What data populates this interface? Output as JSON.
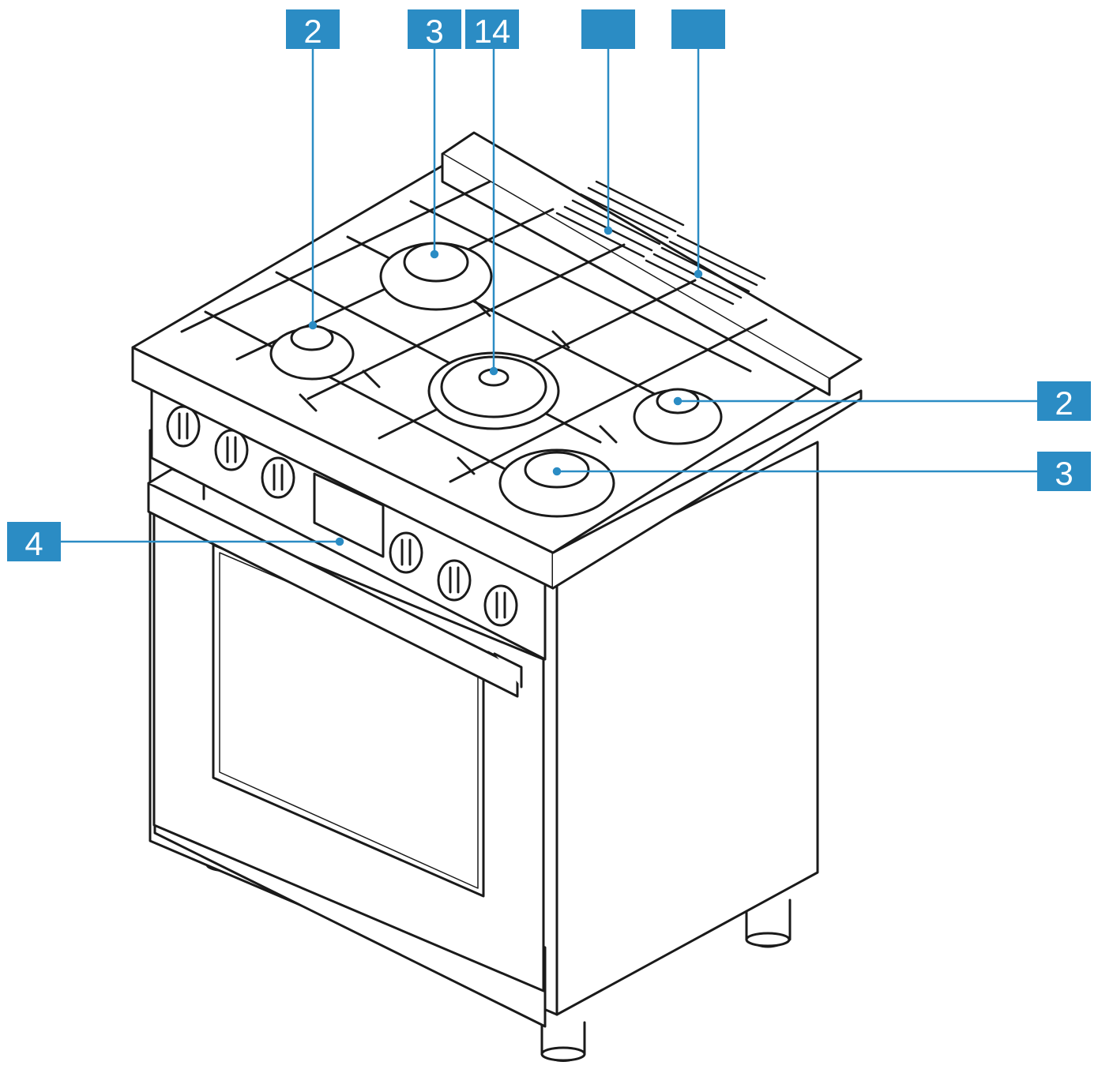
{
  "diagram": {
    "accent_color": "#2b8cc4",
    "line_color": "#1a1a1a",
    "callouts": [
      {
        "id": "top-2",
        "label": "2"
      },
      {
        "id": "top-3",
        "label": "3"
      },
      {
        "id": "top-14",
        "label": "14"
      },
      {
        "id": "top-blank-a",
        "label": ""
      },
      {
        "id": "top-blank-b",
        "label": ""
      },
      {
        "id": "right-2",
        "label": "2"
      },
      {
        "id": "right-3",
        "label": "3"
      },
      {
        "id": "left-4",
        "label": "4"
      }
    ]
  }
}
